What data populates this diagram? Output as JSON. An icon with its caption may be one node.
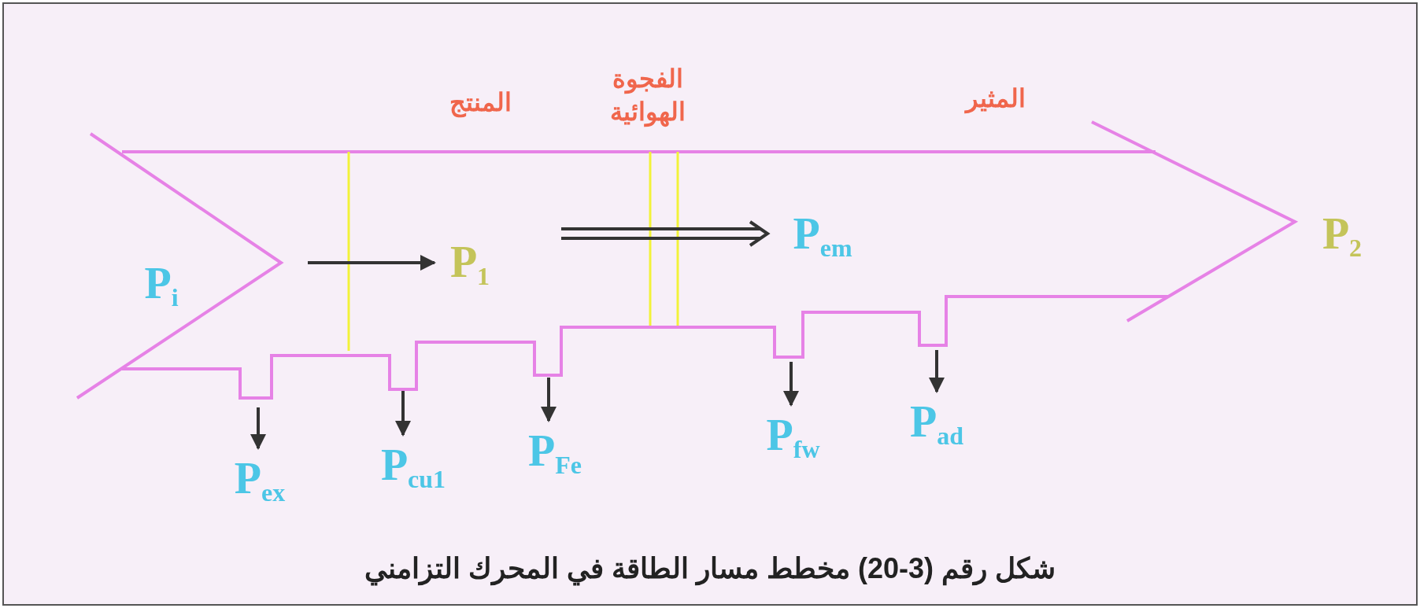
{
  "diagram": {
    "caption": "شكل رقم (3-20) مخطط مسار الطاقة في المحرك التزامني",
    "nodes": [
      {
        "text": [
          "P$_{i}$"
        ]
      },
      {
        "text": [
          "P$_{1}$"
        ]
      },
      {
        "text": [
          "P$_{em}$"
        ]
      },
      {
        "text": [
          "P$_{2}$"
        ]
      },
      {
        "text": [
          "P$_{ex}$"
        ]
      },
      {
        "text": [
          "P$_{cu1}$"
        ]
      },
      {
        "text": [
          "P$_{Fe}$"
        ]
      },
      {
        "text": [
          "P$_{fw}$"
        ]
      },
      {
        "text": [
          "P$_{ad}$"
        ]
      }
    ],
    "edges": [
      {
        "from": null,
        "to": 1,
        "arrow": "to"
      },
      {
        "from": null,
        "to": 2,
        "arrow": "to"
      },
      {
        "from": null,
        "to": 4,
        "arrow": "to"
      },
      {
        "from": null,
        "to": 5,
        "arrow": "to"
      },
      {
        "from": null,
        "to": 6,
        "arrow": "to"
      },
      {
        "from": null,
        "to": 7,
        "arrow": "to"
      },
      {
        "from": null,
        "to": 8,
        "arrow": "to"
      }
    ],
    "labels": [
      "المنتج",
      "الفجوة الهوائية",
      "المثير"
    ]
  }
}
